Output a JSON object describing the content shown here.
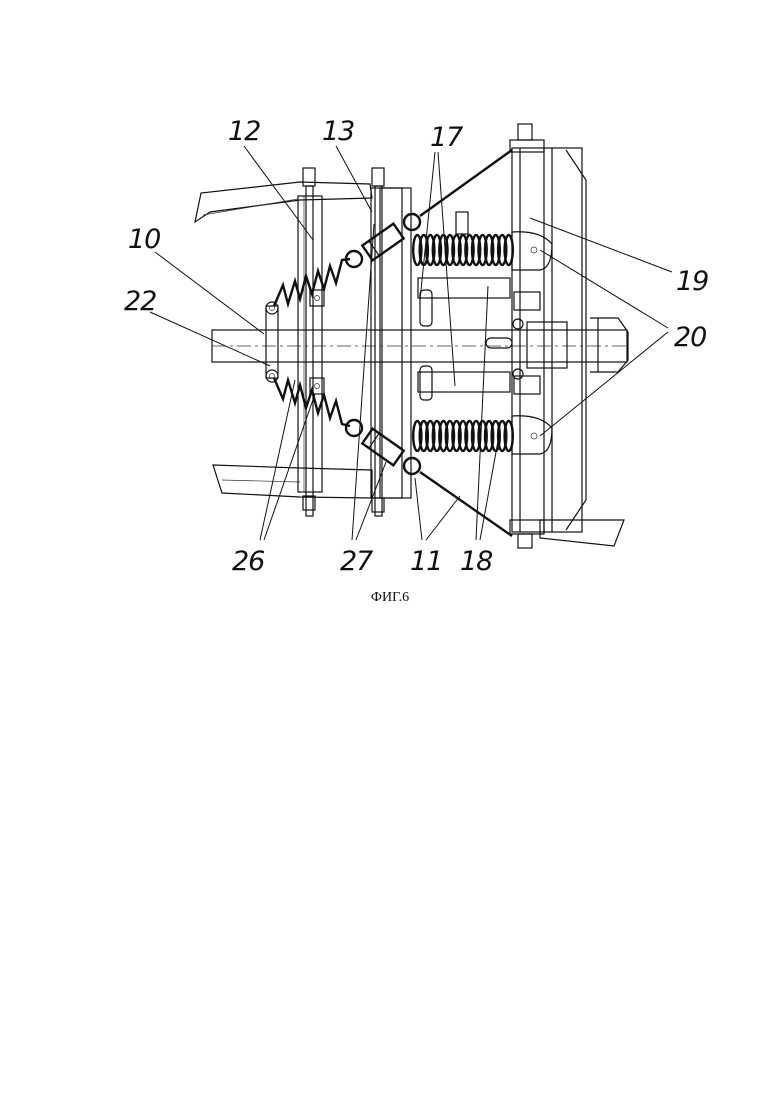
{
  "figure": {
    "caption": "ФИГ.6",
    "callouts": {
      "c10": "10",
      "c11": "11",
      "c12": "12",
      "c13": "13",
      "c17": "17",
      "c18": "18",
      "c19": "19",
      "c20": "20",
      "c22": "22",
      "c26": "26",
      "c27": "27"
    }
  }
}
